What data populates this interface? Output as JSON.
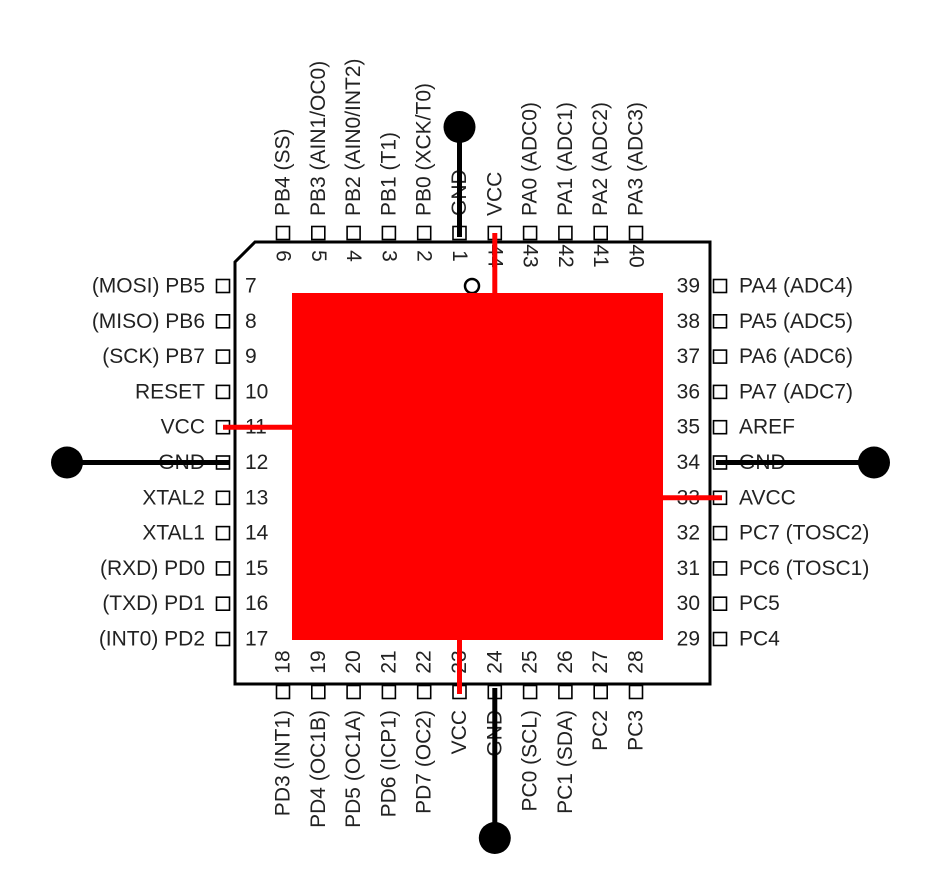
{
  "chip": {
    "pins": [
      {
        "num": "1",
        "name": "GND",
        "alt": ""
      },
      {
        "num": "2",
        "name": "PB0",
        "alt": "(XCK/T0)"
      },
      {
        "num": "3",
        "name": "PB1",
        "alt": "(T1)"
      },
      {
        "num": "4",
        "name": "PB2",
        "alt": "(AIN0/INT2)"
      },
      {
        "num": "5",
        "name": "PB3",
        "alt": "(AIN1/OC0)"
      },
      {
        "num": "6",
        "name": "PB4",
        "alt": "(SS)"
      },
      {
        "num": "7",
        "name": "PB5",
        "alt": "(MOSI)"
      },
      {
        "num": "8",
        "name": "PB6",
        "alt": "(MISO)"
      },
      {
        "num": "9",
        "name": "PB7",
        "alt": "(SCK)"
      },
      {
        "num": "10",
        "name": "RESET",
        "alt": ""
      },
      {
        "num": "11",
        "name": "VCC",
        "alt": ""
      },
      {
        "num": "12",
        "name": "GND",
        "alt": ""
      },
      {
        "num": "13",
        "name": "XTAL2",
        "alt": ""
      },
      {
        "num": "14",
        "name": "XTAL1",
        "alt": ""
      },
      {
        "num": "15",
        "name": "PD0",
        "alt": "(RXD)"
      },
      {
        "num": "16",
        "name": "PD1",
        "alt": "(TXD)"
      },
      {
        "num": "17",
        "name": "PD2",
        "alt": "(INT0)"
      },
      {
        "num": "18",
        "name": "PD3",
        "alt": "(INT1)"
      },
      {
        "num": "19",
        "name": "PD4",
        "alt": "(OC1B)"
      },
      {
        "num": "20",
        "name": "PD5",
        "alt": "(OC1A)"
      },
      {
        "num": "21",
        "name": "PD6",
        "alt": "(ICP1)"
      },
      {
        "num": "22",
        "name": "PD7",
        "alt": "(OC2)"
      },
      {
        "num": "23",
        "name": "VCC",
        "alt": ""
      },
      {
        "num": "24",
        "name": "GND",
        "alt": ""
      },
      {
        "num": "25",
        "name": "PC0",
        "alt": "(SCL)"
      },
      {
        "num": "26",
        "name": "PC1",
        "alt": "(SDA)"
      },
      {
        "num": "27",
        "name": "PC2",
        "alt": ""
      },
      {
        "num": "28",
        "name": "PC3",
        "alt": ""
      },
      {
        "num": "29",
        "name": "PC4",
        "alt": ""
      },
      {
        "num": "30",
        "name": "PC5",
        "alt": ""
      },
      {
        "num": "31",
        "name": "PC6",
        "alt": "(TOSC1)"
      },
      {
        "num": "32",
        "name": "PC7",
        "alt": "(TOSC2)"
      },
      {
        "num": "33",
        "name": "AVCC",
        "alt": ""
      },
      {
        "num": "34",
        "name": "GND",
        "alt": ""
      },
      {
        "num": "35",
        "name": "AREF",
        "alt": ""
      },
      {
        "num": "36",
        "name": "PA7",
        "alt": "(ADC7)"
      },
      {
        "num": "37",
        "name": "PA6",
        "alt": "(ADC6)"
      },
      {
        "num": "38",
        "name": "PA5",
        "alt": "(ADC5)"
      },
      {
        "num": "39",
        "name": "PA4",
        "alt": "(ADC4)"
      },
      {
        "num": "40",
        "name": "PA3",
        "alt": "(ADC3)"
      },
      {
        "num": "41",
        "name": "PA2",
        "alt": "(ADC2)"
      },
      {
        "num": "42",
        "name": "PA1",
        "alt": "(ADC1)"
      },
      {
        "num": "43",
        "name": "PA0",
        "alt": "(ADC0)"
      },
      {
        "num": "44",
        "name": "VCC",
        "alt": ""
      }
    ],
    "gnd_pins": [
      "1",
      "12",
      "24",
      "34"
    ],
    "power_pins": [
      "11",
      "23",
      "33",
      "44"
    ]
  },
  "colors": {
    "die": "#ff0000",
    "power_wire": "#ff0000",
    "ground_wire": "#000000",
    "outline": "#000000",
    "text": "#222222"
  }
}
